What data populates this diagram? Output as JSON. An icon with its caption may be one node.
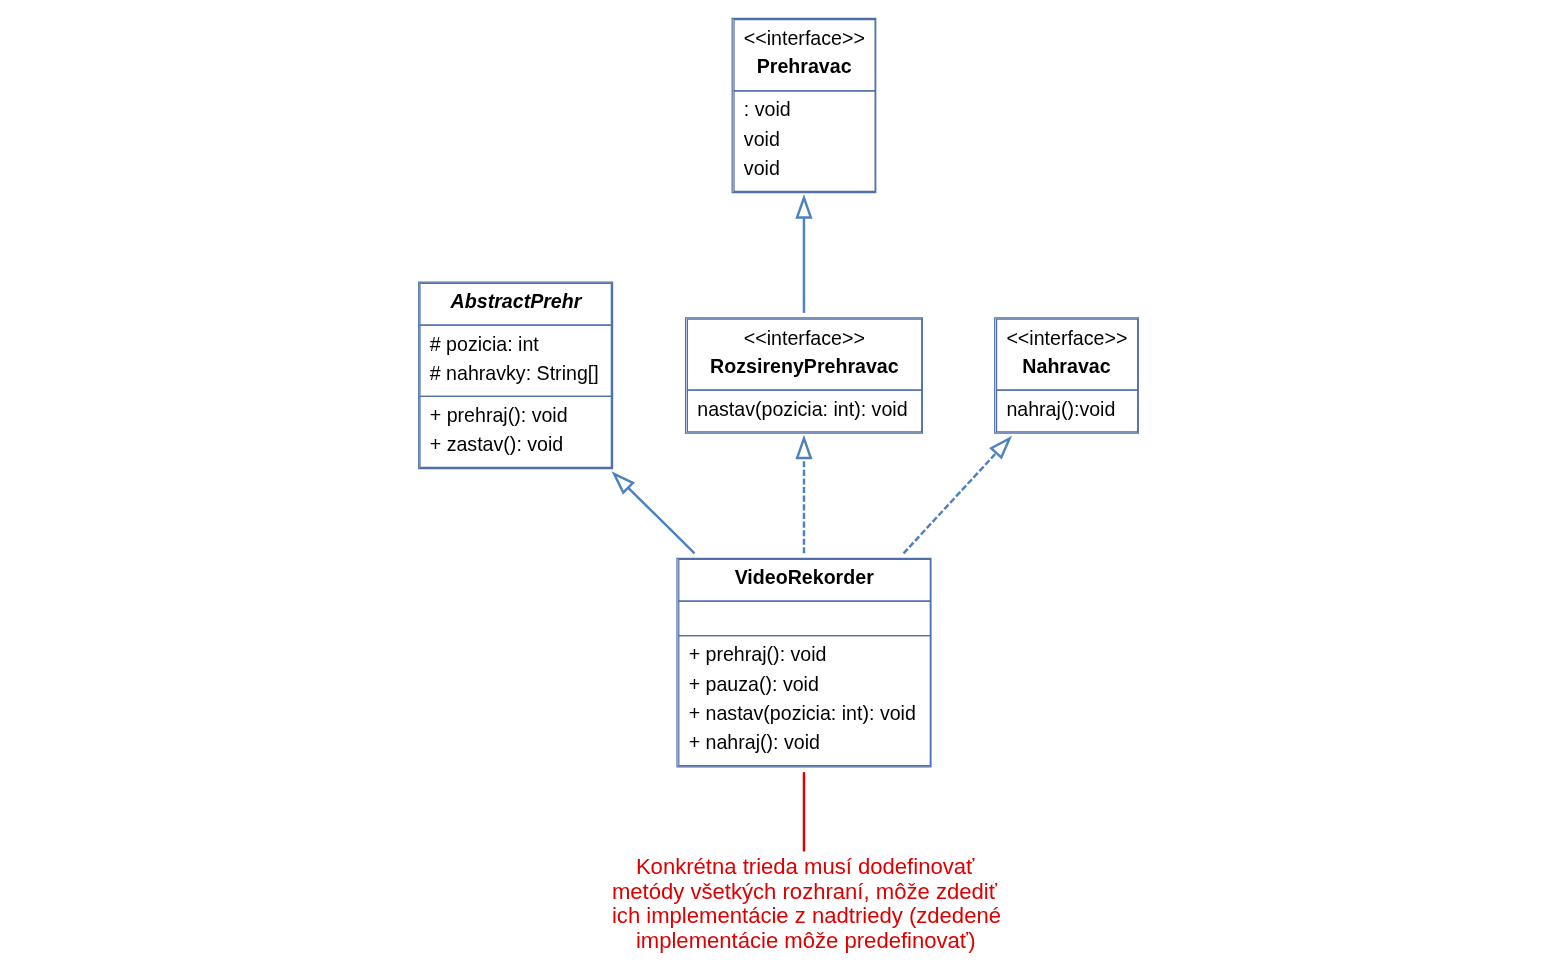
{
  "diagram": {
    "nodes": [
      {
        "text": [
          "AbstractPrehr",
          "# pozicia: int",
          "# nahravky: String[]",
          "+ prehraj(): void",
          "+ zastav(): void"
        ]
      },
      {
        "text": [
          "<<interface>>",
          "Prehravac",
          ": void",
          "void",
          "void"
        ]
      },
      {
        "text": [
          "Konkrétna trieda musí dodefinovať metódy všetkých rozhraní, môže zdediť ich implementácie z nadtriedy (zdedené implementácie môže predefinovať)"
        ]
      },
      {
        "text": [
          "VideoRekorder",
          "+ prehraj(): void",
          "+ pauza(): void",
          "+ nastav(pozicia: int): void",
          "+ nahraj(): void"
        ]
      },
      {
        "text": [
          "<<interface>>",
          "RozsirenyPrehravac",
          "nastav(pozicia: int): void"
        ]
      },
      {
        "text": [
          "<<interface>>",
          "Nahravac",
          "nahraj():void"
        ]
      }
    ],
    "edges": [
      {
        "from": 3,
        "to": 0,
        "arrow": "to"
      },
      {
        "from": 4,
        "to": 1,
        "arrow": "to"
      },
      {
        "from": 3,
        "to": 4,
        "arrow": "to",
        "style": "dashed"
      },
      {
        "from": 3,
        "to": 5,
        "arrow": "to",
        "style": "dashed"
      },
      {
        "from": 2,
        "to": 3,
        "arrow": "none",
        "color": "#dd0000"
      }
    ]
  }
}
